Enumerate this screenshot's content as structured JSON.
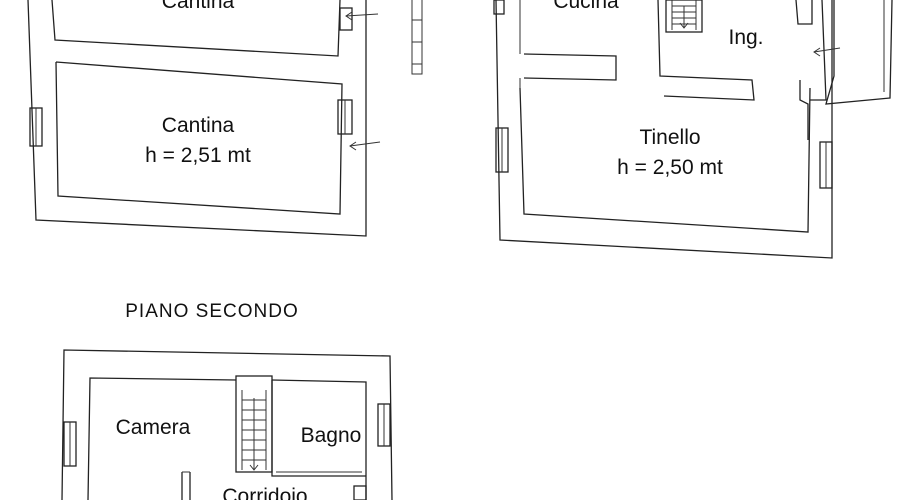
{
  "floor_plan": {
    "section_title": "PIANO SECONDO",
    "cellar": {
      "room_top": "Cantina",
      "room_bottom": "Cantina",
      "height": "h = 2,51 mt"
    },
    "ground": {
      "kitchen": "Cucina",
      "entrance": "Ing.",
      "living": "Tinello",
      "height": "h = 2,50 mt"
    },
    "second_floor": {
      "bedroom": "Camera",
      "bathroom": "Bagno",
      "corridor": "Corridoio"
    }
  }
}
